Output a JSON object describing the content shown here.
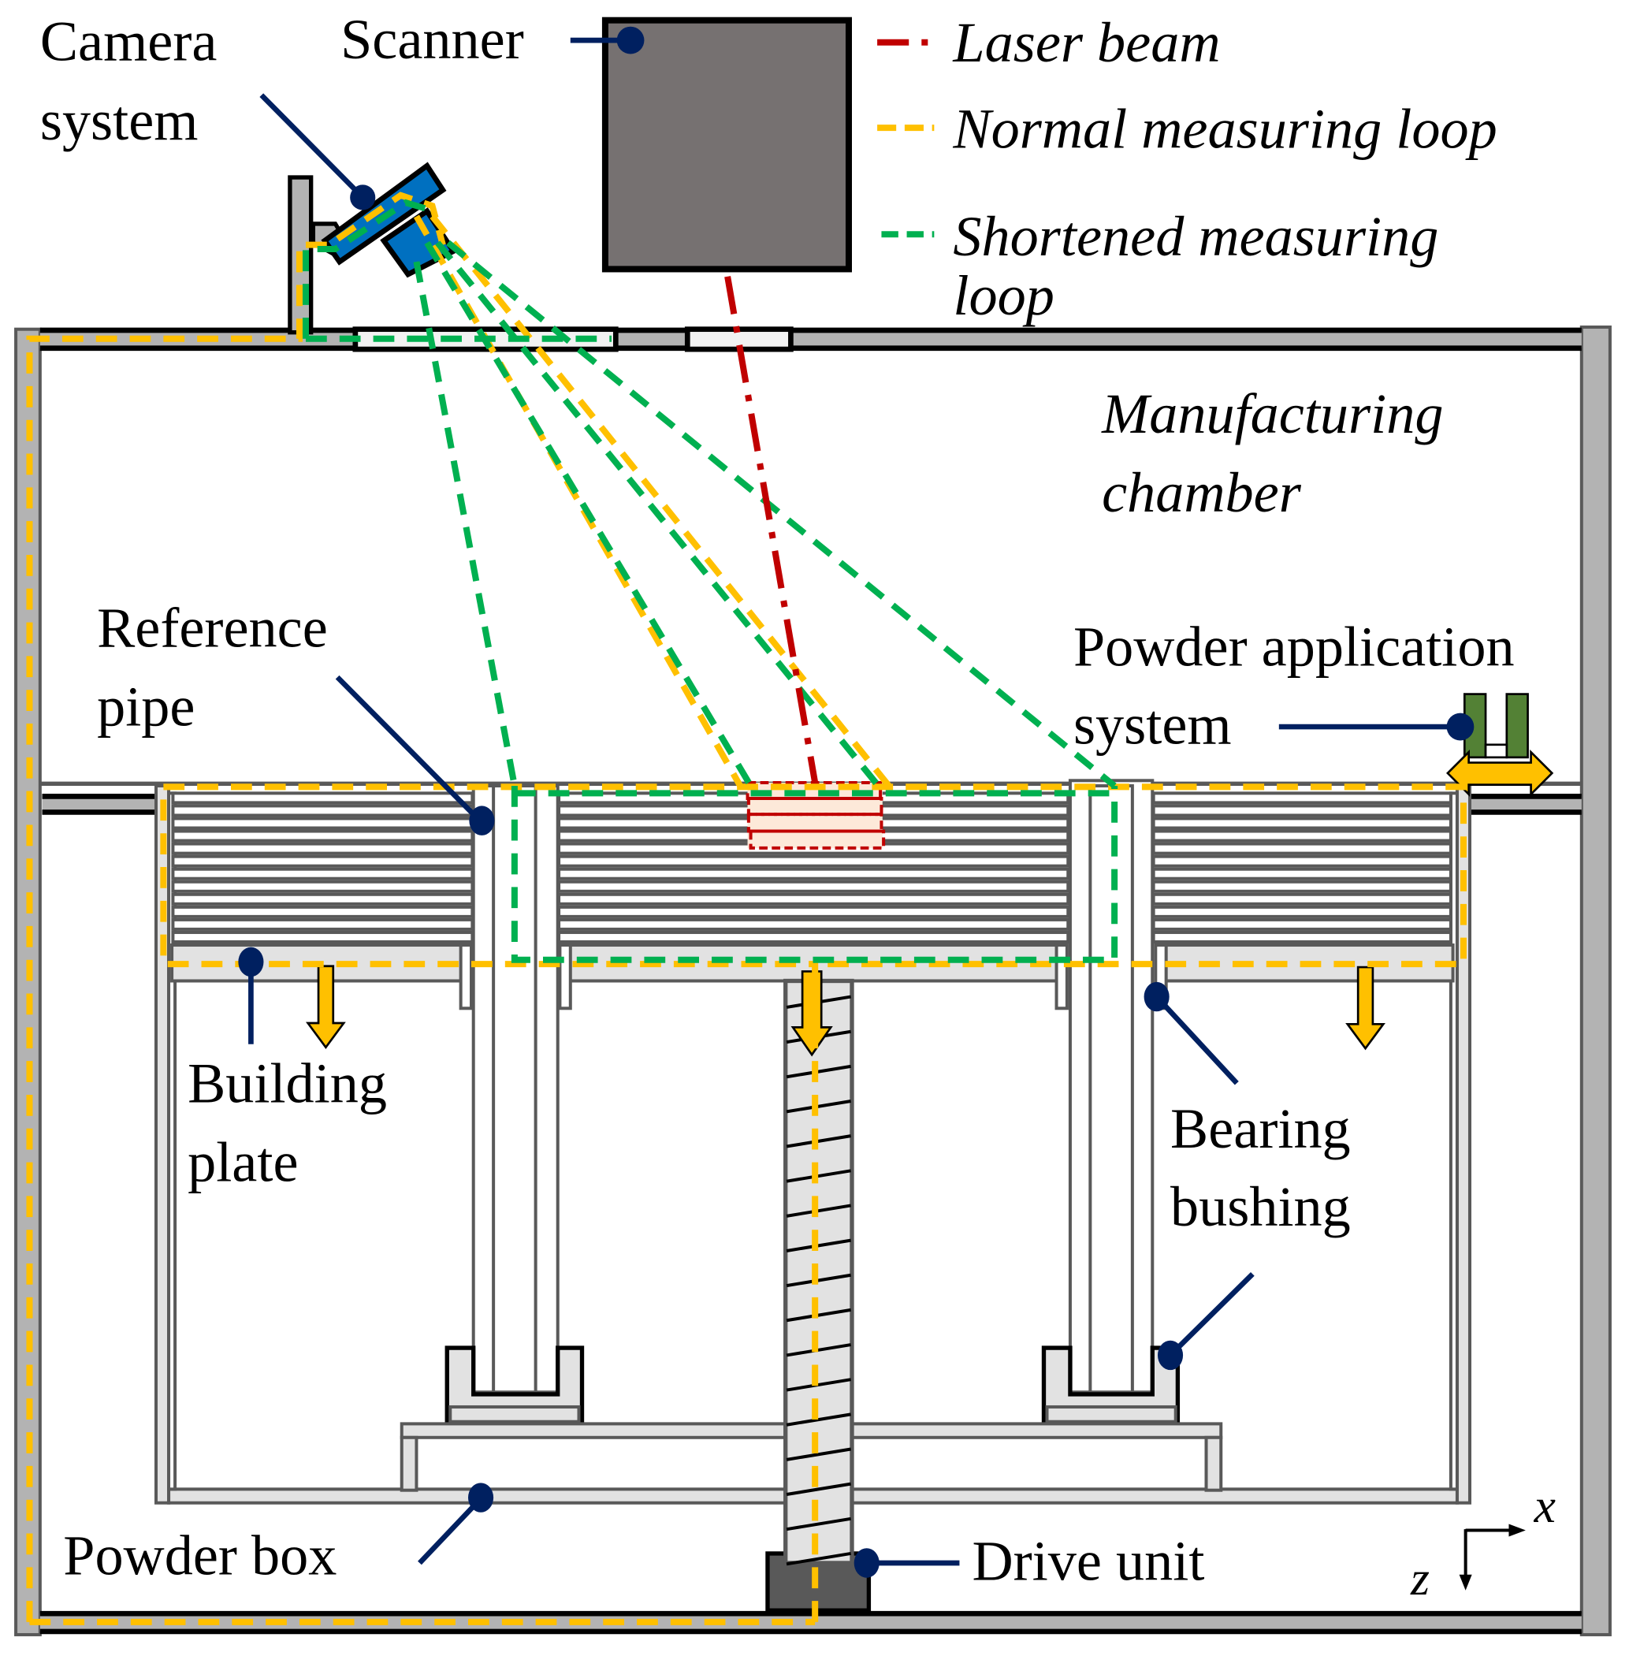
{
  "figure": {
    "title": "Schematic of laser powder bed fusion machine with camera-based measuring loops",
    "colors": {
      "laser_beam": "#c00000",
      "normal_measuring_loop": "#ffc000",
      "shortened_measuring_loop": "#00b050",
      "leader_line": "#002060",
      "camera": "#0070c0",
      "scanner": "#767171",
      "powder_application": "#538135",
      "motion_arrow": "#ffc000"
    }
  },
  "legend": {
    "items": [
      {
        "label": "Laser beam",
        "style": "dash-dot",
        "color": "#c00000"
      },
      {
        "label": "Normal measuring loop",
        "style": "dashed",
        "color": "#ffc000"
      },
      {
        "label": "Shortened measuring",
        "label_line2": "loop",
        "style": "dashed",
        "color": "#00b050"
      }
    ]
  },
  "labels": {
    "camera_system_line1": "Camera",
    "camera_system_line2": "system",
    "scanner": "Scanner",
    "manufacturing_chamber_line1": "Manufacturing",
    "manufacturing_chamber_line2": "chamber",
    "reference_pipe_line1": "Reference",
    "reference_pipe_line2": "pipe",
    "powder_application_line1": "Powder application",
    "powder_application_line2": "system",
    "building_plate_line1": "Building",
    "building_plate_line2": "plate",
    "bearing_bushing_line1": "Bearing",
    "bearing_bushing_line2": "bushing",
    "powder_box": "Powder box",
    "drive_unit": "Drive unit"
  },
  "axes": {
    "x_label": "x",
    "z_label": "z"
  }
}
